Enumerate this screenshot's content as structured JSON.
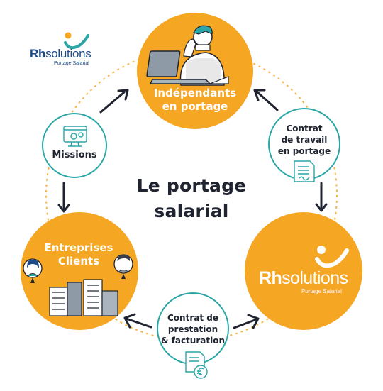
{
  "title": "Le portage salarial",
  "title_line1": "Le portage",
  "title_line2": "salarial",
  "logo_small": {
    "brand_bold": "Rh",
    "brand_rest": "solutions",
    "tagline": "Portage Salarial"
  },
  "logo_large": {
    "brand_bold": "Rh",
    "brand_rest": "solutions",
    "tagline": "Portage Salarial"
  },
  "nodes": {
    "independants": {
      "line1": "Indépendants",
      "line2": "en portage"
    },
    "entreprises": {
      "line1": "Entreprises",
      "line2": "Clients"
    },
    "missions": {
      "label": "Missions"
    },
    "contrat_travail": {
      "line1": "Contrat",
      "line2": "de travail",
      "line3": "en portage"
    },
    "contrat_prestation": {
      "line1": "Contrat de",
      "line2": "prestation",
      "line3": "& facturation"
    }
  },
  "colors": {
    "orange": "#f5a623",
    "teal": "#2aa6a6",
    "dark": "#1f2430",
    "navy": "#1e4a86",
    "dotted": "#f5b54a"
  },
  "icons": [
    "laptop-person-icon",
    "settings-monitor-icon",
    "contract-document-icon",
    "invoice-euro-icon",
    "businesswoman-avatar-icon",
    "businessman-avatar-icon",
    "buildings-icon",
    "rh-swoosh-icon"
  ]
}
